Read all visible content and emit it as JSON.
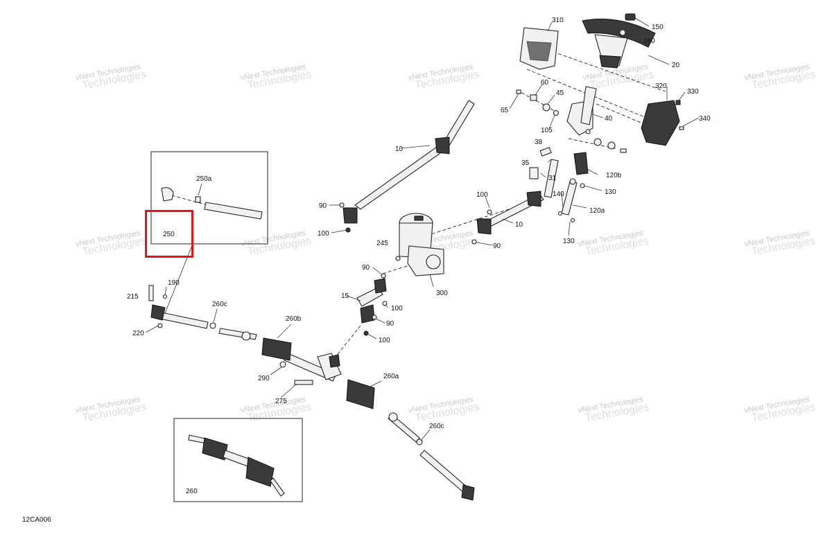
{
  "diagram_code": "12CA006",
  "watermark": {
    "line1": "vNext",
    "line2": "Technologies",
    "combined": "vNext Technologies"
  },
  "callouts": {
    "c310": "310",
    "c150": "150",
    "c160": "160",
    "c20": "20",
    "c60": "60",
    "c45": "45",
    "c65": "65",
    "c105": "105",
    "c40": "40",
    "c320": "320",
    "c330": "330",
    "c340": "340",
    "c38": "38",
    "c35": "35",
    "c120b": "120b",
    "c31": "31",
    "c130a": "130",
    "c140": "140",
    "c120a": "120a",
    "c130b": "130",
    "c10a": "10",
    "c10b": "10",
    "c90a": "90",
    "c100a": "100",
    "c100b": "100",
    "c90b": "90",
    "c245": "245",
    "c90c": "90",
    "c300": "300",
    "c15": "15",
    "c100c": "100",
    "c90d": "90",
    "c100d": "100",
    "c250a": "250a",
    "c250": "250",
    "c190": "190",
    "c215": "215",
    "c260c_a": "260c",
    "c220": "220",
    "c260b": "260b",
    "c290": "290",
    "c275": "275",
    "c260a": "260a",
    "c260c_b": "260c",
    "c260": "260"
  },
  "highlight": {
    "color": "#e0141b",
    "target_callout": "250"
  }
}
